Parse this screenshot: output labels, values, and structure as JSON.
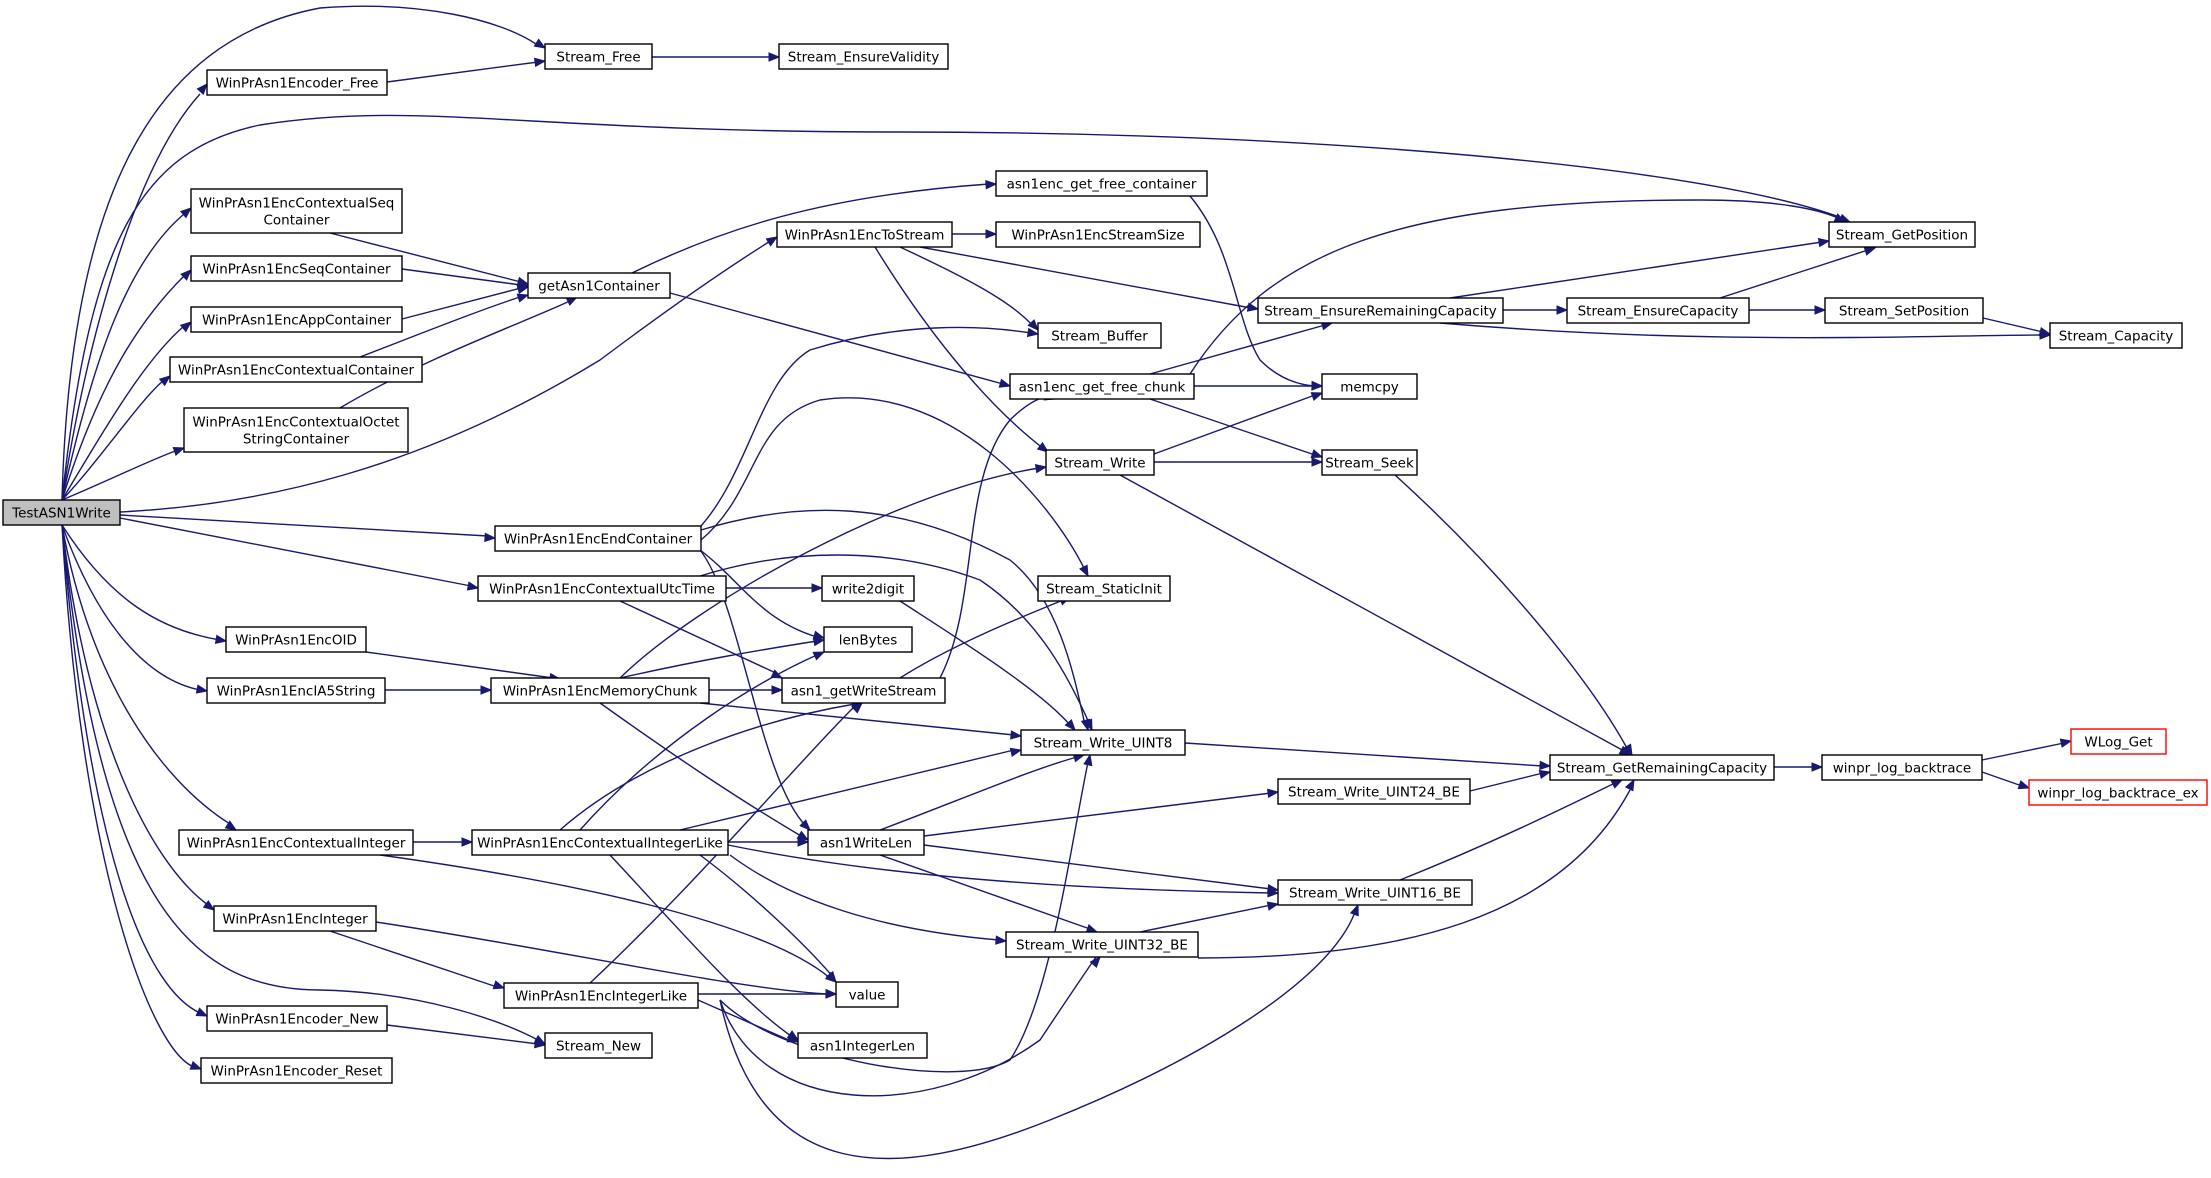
{
  "diagram": {
    "type": "call-graph",
    "edge_color": "#191970",
    "root_fill": "#bfbfbf",
    "highlight_border": "#ff0000",
    "nodes": [
      {
        "id": "root",
        "lines": [
          "TestASN1Write"
        ],
        "style": "root"
      },
      {
        "id": "encFree",
        "lines": [
          "WinPrAsn1Encoder_Free"
        ]
      },
      {
        "id": "ctxSeq",
        "lines": [
          "WinPrAsn1EncContextualSeq",
          "Container"
        ]
      },
      {
        "id": "seqCont",
        "lines": [
          "WinPrAsn1EncSeqContainer"
        ]
      },
      {
        "id": "appCont",
        "lines": [
          "WinPrAsn1EncAppContainer"
        ]
      },
      {
        "id": "ctxCont",
        "lines": [
          "WinPrAsn1EncContextualContainer"
        ]
      },
      {
        "id": "ctxOct",
        "lines": [
          "WinPrAsn1EncContextualOctet",
          "StringContainer"
        ]
      },
      {
        "id": "oid",
        "lines": [
          "WinPrAsn1EncOID"
        ]
      },
      {
        "id": "ia5",
        "lines": [
          "WinPrAsn1EncIA5String"
        ]
      },
      {
        "id": "ctxInt",
        "lines": [
          "WinPrAsn1EncContextualInteger"
        ]
      },
      {
        "id": "encInt",
        "lines": [
          "WinPrAsn1EncInteger"
        ]
      },
      {
        "id": "encNew",
        "lines": [
          "WinPrAsn1Encoder_New"
        ]
      },
      {
        "id": "encReset",
        "lines": [
          "WinPrAsn1Encoder_Reset"
        ]
      },
      {
        "id": "streamFree",
        "lines": [
          "Stream_Free"
        ]
      },
      {
        "id": "getCont",
        "lines": [
          "getAsn1Container"
        ]
      },
      {
        "id": "endCont",
        "lines": [
          "WinPrAsn1EncEndContainer"
        ]
      },
      {
        "id": "utc",
        "lines": [
          "WinPrAsn1EncContextualUtcTime"
        ]
      },
      {
        "id": "memChunk",
        "lines": [
          "WinPrAsn1EncMemoryChunk"
        ]
      },
      {
        "id": "intLike",
        "lines": [
          "WinPrAsn1EncContextualIntegerLike"
        ]
      },
      {
        "id": "encIntLike",
        "lines": [
          "WinPrAsn1EncIntegerLike"
        ]
      },
      {
        "id": "streamNew",
        "lines": [
          "Stream_New"
        ]
      },
      {
        "id": "ensureValid",
        "lines": [
          "Stream_EnsureValidity"
        ]
      },
      {
        "id": "freeCont",
        "lines": [
          "asn1enc_get_free_container"
        ]
      },
      {
        "id": "toStream",
        "lines": [
          "WinPrAsn1EncToStream"
        ]
      },
      {
        "id": "streamSize",
        "lines": [
          "WinPrAsn1EncStreamSize"
        ]
      },
      {
        "id": "write2",
        "lines": [
          "write2digit"
        ]
      },
      {
        "id": "lenBytes",
        "lines": [
          "lenBytes"
        ]
      },
      {
        "id": "getWS",
        "lines": [
          "asn1_getWriteStream"
        ]
      },
      {
        "id": "writeLen",
        "lines": [
          "asn1WriteLen"
        ]
      },
      {
        "id": "value",
        "lines": [
          "value"
        ]
      },
      {
        "id": "intLen",
        "lines": [
          "asn1IntegerLen"
        ]
      },
      {
        "id": "sBuffer",
        "lines": [
          "Stream_Buffer"
        ]
      },
      {
        "id": "freeChunk",
        "lines": [
          "asn1enc_get_free_chunk"
        ]
      },
      {
        "id": "sWrite",
        "lines": [
          "Stream_Write"
        ]
      },
      {
        "id": "sStatic",
        "lines": [
          "Stream_StaticInit"
        ]
      },
      {
        "id": "u8",
        "lines": [
          "Stream_Write_UINT8"
        ]
      },
      {
        "id": "u24",
        "lines": [
          "Stream_Write_UINT24_BE"
        ]
      },
      {
        "id": "u32",
        "lines": [
          "Stream_Write_UINT32_BE"
        ]
      },
      {
        "id": "u16",
        "lines": [
          "Stream_Write_UINT16_BE"
        ]
      },
      {
        "id": "ensRem",
        "lines": [
          "Stream_EnsureRemainingCapacity"
        ]
      },
      {
        "id": "memcpy",
        "lines": [
          "memcpy"
        ]
      },
      {
        "id": "sSeek",
        "lines": [
          "Stream_Seek"
        ]
      },
      {
        "id": "ensCap",
        "lines": [
          "Stream_EnsureCapacity"
        ]
      },
      {
        "id": "getPos",
        "lines": [
          "Stream_GetPosition"
        ]
      },
      {
        "id": "setPos",
        "lines": [
          "Stream_SetPosition"
        ]
      },
      {
        "id": "cap",
        "lines": [
          "Stream_Capacity"
        ]
      },
      {
        "id": "remCap",
        "lines": [
          "Stream_GetRemainingCapacity"
        ]
      },
      {
        "id": "backtrace",
        "lines": [
          "winpr_log_backtrace"
        ]
      },
      {
        "id": "wlog",
        "lines": [
          "WLog_Get"
        ],
        "style": "red"
      },
      {
        "id": "backtraceEx",
        "lines": [
          "winpr_log_backtrace_ex"
        ],
        "style": "red"
      }
    ],
    "edges": [
      [
        "root",
        "encFree"
      ],
      [
        "root",
        "streamFree"
      ],
      [
        "root",
        "getPos"
      ],
      [
        "root",
        "ctxSeq"
      ],
      [
        "root",
        "seqCont"
      ],
      [
        "root",
        "appCont"
      ],
      [
        "root",
        "ctxCont"
      ],
      [
        "root",
        "ctxOct"
      ],
      [
        "root",
        "toStream"
      ],
      [
        "root",
        "endCont"
      ],
      [
        "root",
        "utc"
      ],
      [
        "root",
        "oid"
      ],
      [
        "root",
        "ia5"
      ],
      [
        "root",
        "ctxInt"
      ],
      [
        "root",
        "encInt"
      ],
      [
        "root",
        "streamNew"
      ],
      [
        "root",
        "encNew"
      ],
      [
        "root",
        "encReset"
      ],
      [
        "encFree",
        "streamFree"
      ],
      [
        "streamFree",
        "ensureValid"
      ],
      [
        "ctxSeq",
        "getCont"
      ],
      [
        "seqCont",
        "getCont"
      ],
      [
        "appCont",
        "getCont"
      ],
      [
        "ctxCont",
        "getCont"
      ],
      [
        "ctxOct",
        "getCont"
      ],
      [
        "getCont",
        "freeCont"
      ],
      [
        "getCont",
        "freeChunk"
      ],
      [
        "freeCont",
        "memcpy"
      ],
      [
        "toStream",
        "streamSize"
      ],
      [
        "toStream",
        "sBuffer"
      ],
      [
        "toStream",
        "sWrite"
      ],
      [
        "toStream",
        "ensRem"
      ],
      [
        "endCont",
        "sBuffer"
      ],
      [
        "endCont",
        "sStatic"
      ],
      [
        "endCont",
        "lenBytes"
      ],
      [
        "endCont",
        "writeLen"
      ],
      [
        "endCont",
        "u8"
      ],
      [
        "utc",
        "write2"
      ],
      [
        "utc",
        "getWS"
      ],
      [
        "utc",
        "u8"
      ],
      [
        "write2",
        "u8"
      ],
      [
        "oid",
        "memChunk"
      ],
      [
        "ia5",
        "memChunk"
      ],
      [
        "memChunk",
        "lenBytes"
      ],
      [
        "memChunk",
        "getWS"
      ],
      [
        "memChunk",
        "writeLen"
      ],
      [
        "memChunk",
        "sWrite"
      ],
      [
        "memChunk",
        "u8"
      ],
      [
        "ctxInt",
        "intLike"
      ],
      [
        "ctxInt",
        "value"
      ],
      [
        "intLike",
        "getWS"
      ],
      [
        "intLike",
        "lenBytes"
      ],
      [
        "intLike",
        "u8"
      ],
      [
        "intLike",
        "writeLen"
      ],
      [
        "intLike",
        "value"
      ],
      [
        "intLike",
        "intLen"
      ],
      [
        "intLike",
        "u32"
      ],
      [
        "intLike",
        "u16"
      ],
      [
        "encInt",
        "encIntLike"
      ],
      [
        "encInt",
        "value"
      ],
      [
        "encIntLike",
        "getWS"
      ],
      [
        "encIntLike",
        "value"
      ],
      [
        "encIntLike",
        "intLen"
      ],
      [
        "encIntLike",
        "u8"
      ],
      [
        "encIntLike",
        "u32"
      ],
      [
        "encIntLike",
        "u16"
      ],
      [
        "encNew",
        "streamNew"
      ],
      [
        "getWS",
        "sStatic"
      ],
      [
        "getWS",
        "freeChunk"
      ],
      [
        "writeLen",
        "u8"
      ],
      [
        "writeLen",
        "u24"
      ],
      [
        "writeLen",
        "u16"
      ],
      [
        "writeLen",
        "u32"
      ],
      [
        "freeChunk",
        "ensRem"
      ],
      [
        "freeChunk",
        "memcpy"
      ],
      [
        "freeChunk",
        "sSeek"
      ],
      [
        "freeChunk",
        "getPos"
      ],
      [
        "sWrite",
        "memcpy"
      ],
      [
        "sWrite",
        "sSeek"
      ],
      [
        "sWrite",
        "remCap"
      ],
      [
        "sSeek",
        "remCap"
      ],
      [
        "u8",
        "remCap"
      ],
      [
        "u24",
        "remCap"
      ],
      [
        "u16",
        "remCap"
      ],
      [
        "u32",
        "u16"
      ],
      [
        "u32",
        "remCap"
      ],
      [
        "ensRem",
        "ensCap"
      ],
      [
        "ensRem",
        "getPos"
      ],
      [
        "ensRem",
        "cap"
      ],
      [
        "ensCap",
        "getPos"
      ],
      [
        "ensCap",
        "setPos"
      ],
      [
        "setPos",
        "cap"
      ],
      [
        "remCap",
        "backtrace"
      ],
      [
        "backtrace",
        "wlog"
      ],
      [
        "backtrace",
        "backtraceEx"
      ]
    ]
  }
}
